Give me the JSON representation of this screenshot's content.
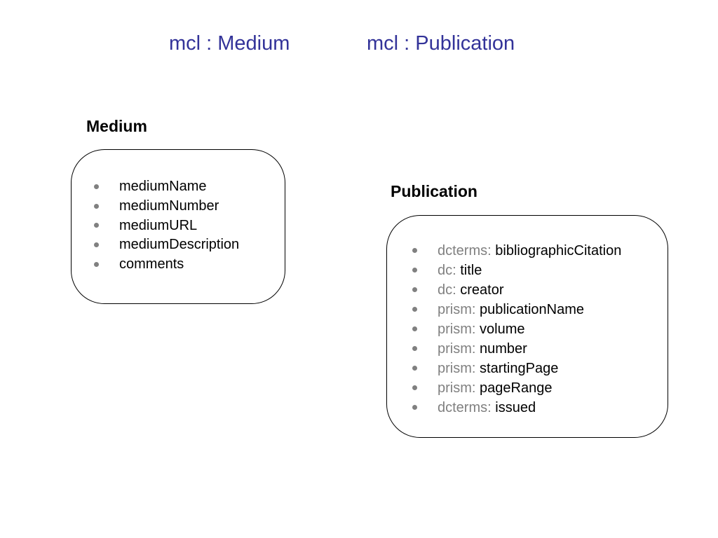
{
  "titles": {
    "medium": "mcl : Medium",
    "publication": "mcl : Publication"
  },
  "medium": {
    "heading": "Medium",
    "attributes": [
      {
        "name": "mediumName"
      },
      {
        "name": "mediumNumber"
      },
      {
        "name": "mediumURL"
      },
      {
        "name": "mediumDescription"
      },
      {
        "name": "comments"
      }
    ]
  },
  "publication": {
    "heading": "Publication",
    "attributes": [
      {
        "prefix": "dcterms:",
        "name": "bibliographicCitation"
      },
      {
        "prefix": "dc:",
        "name": "title"
      },
      {
        "prefix": "dc:",
        "name": "creator"
      },
      {
        "prefix": "prism:",
        "name": "publicationName"
      },
      {
        "prefix": "prism:",
        "name": "volume"
      },
      {
        "prefix": "prism:",
        "name": "number"
      },
      {
        "prefix": "prism:",
        "name": "startingPage"
      },
      {
        "prefix": "prism:",
        "name": "pageRange"
      },
      {
        "prefix": "dcterms:",
        "name": "issued"
      }
    ]
  },
  "colors": {
    "title": "#333399",
    "prefix": "#808080",
    "bullet": "#808080",
    "text": "#000000",
    "border": "#000000"
  }
}
